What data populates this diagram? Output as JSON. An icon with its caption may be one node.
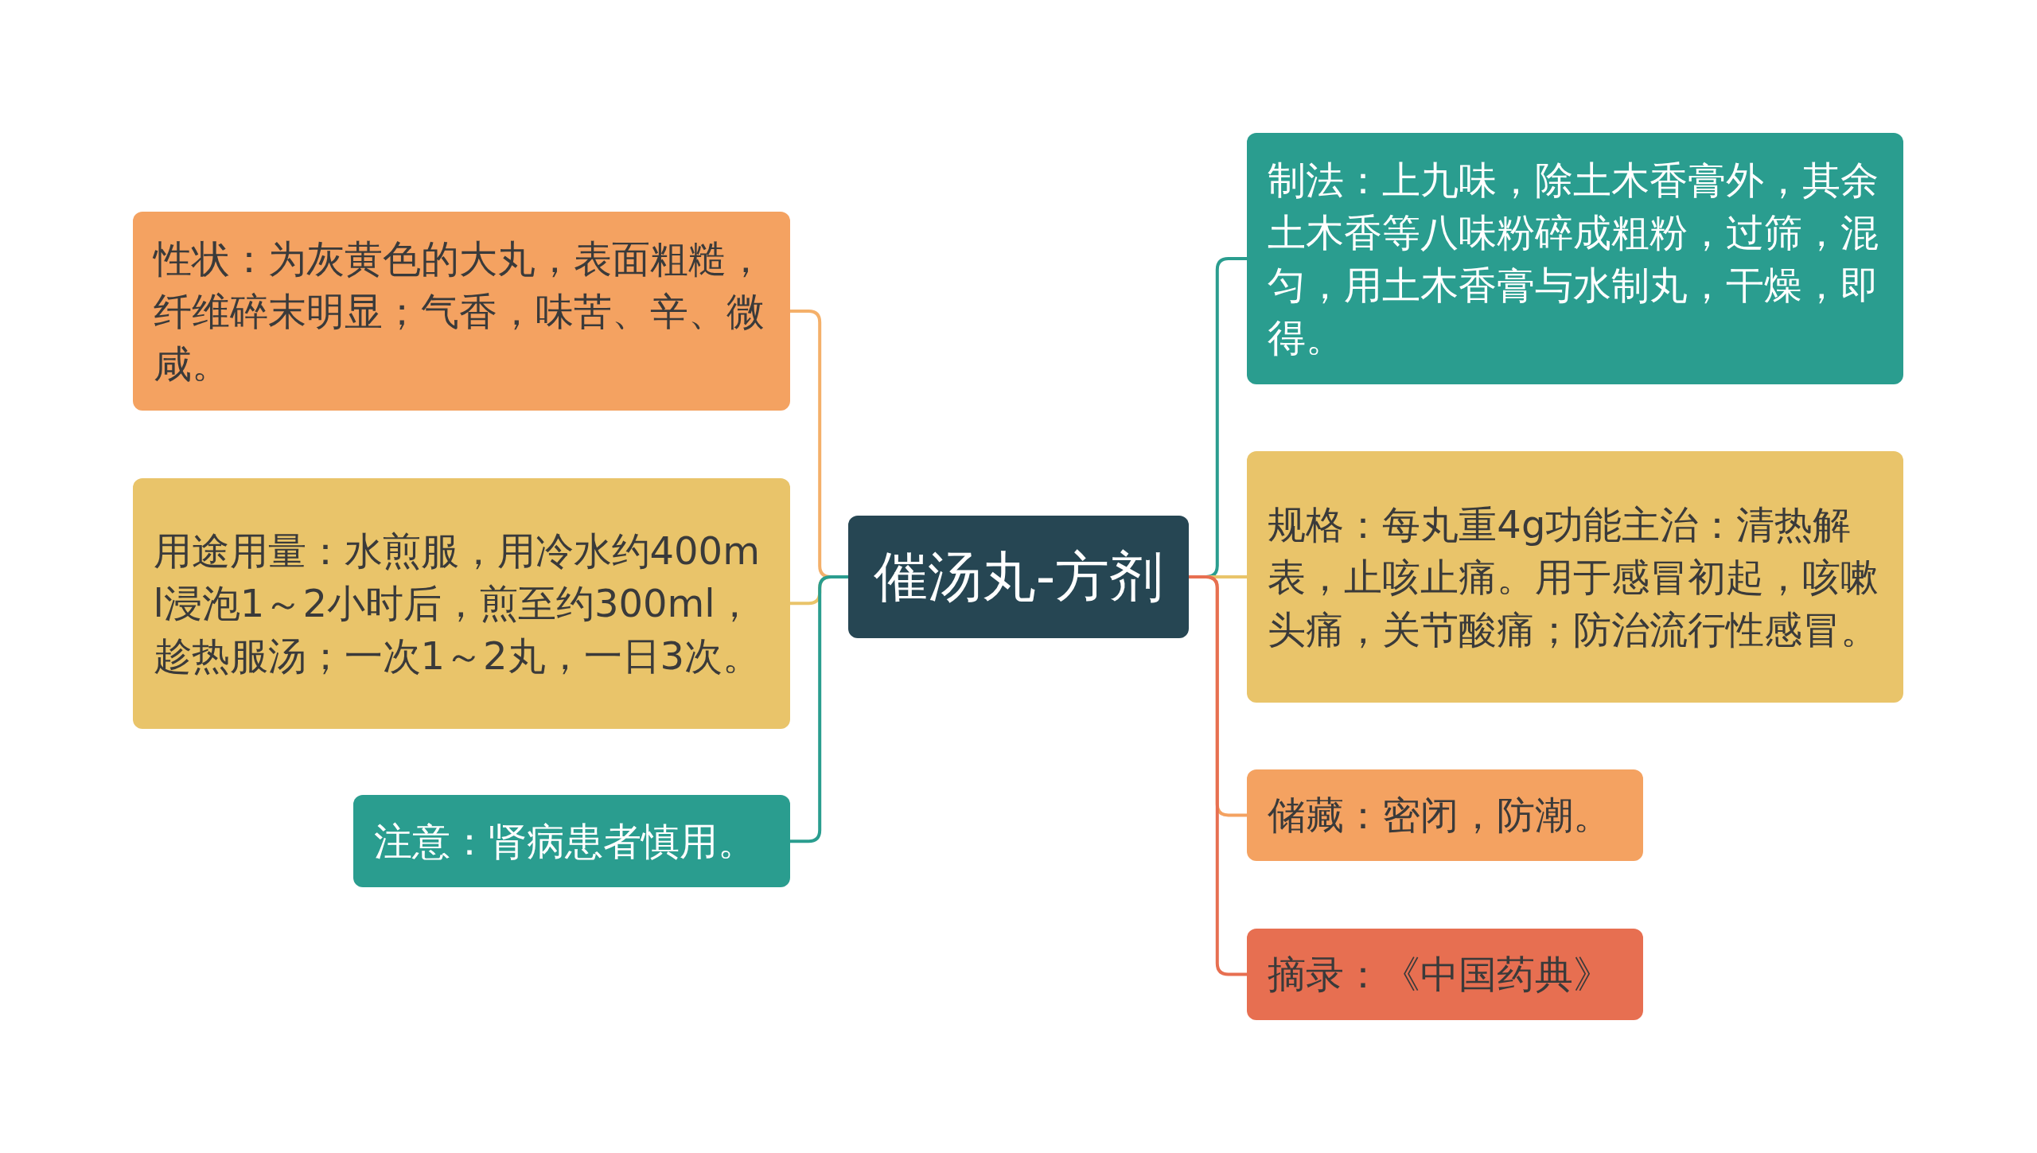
{
  "diagram": {
    "nodes": [
      {
        "text": [
          "催汤丸-方剂"
        ]
      },
      {
        "text": [
          "性状：为灰黄色的大丸，表面粗糙，纤维碎末明显；气香，味苦、辛、微咸。"
        ]
      },
      {
        "text": [
          "用途用量：水煎服，用冷水约400ml浸泡1～2小时后，煎至约300ml，趁热服汤；一次1～2丸，一日3次。"
        ]
      },
      {
        "text": [
          "注意：肾病患者慎用。"
        ]
      },
      {
        "text": [
          "制法：上九味，除土木香膏外，其余土木香等八味粉碎成粗粉，过筛，混匀，用土木香膏与水制丸，干燥，即得。"
        ]
      },
      {
        "text": [
          "规格：每丸重4g功能主治：清热解表，止咳止痛。用于感冒初起，咳嗽头痛，关节酸痛；防治流行性感冒。"
        ]
      },
      {
        "text": [
          "储藏：密闭，防潮。"
        ]
      },
      {
        "text": [
          "摘录：《中国药典》"
        ]
      }
    ],
    "edges": [
      {
        "from": 0,
        "to": 1,
        "arrow": "none",
        "color": "#f4b06a"
      },
      {
        "from": 0,
        "to": 2,
        "arrow": "none",
        "color": "#e9c46a"
      },
      {
        "from": 0,
        "to": 3,
        "arrow": "none",
        "color": "#2a9d8f"
      },
      {
        "from": 0,
        "to": 4,
        "arrow": "none",
        "color": "#2a9d8f"
      },
      {
        "from": 0,
        "to": 5,
        "arrow": "none",
        "color": "#e9c46a"
      },
      {
        "from": 0,
        "to": 6,
        "arrow": "none",
        "color": "#f4a261"
      },
      {
        "from": 0,
        "to": 7,
        "arrow": "none",
        "color": "#e76f51"
      }
    ]
  }
}
